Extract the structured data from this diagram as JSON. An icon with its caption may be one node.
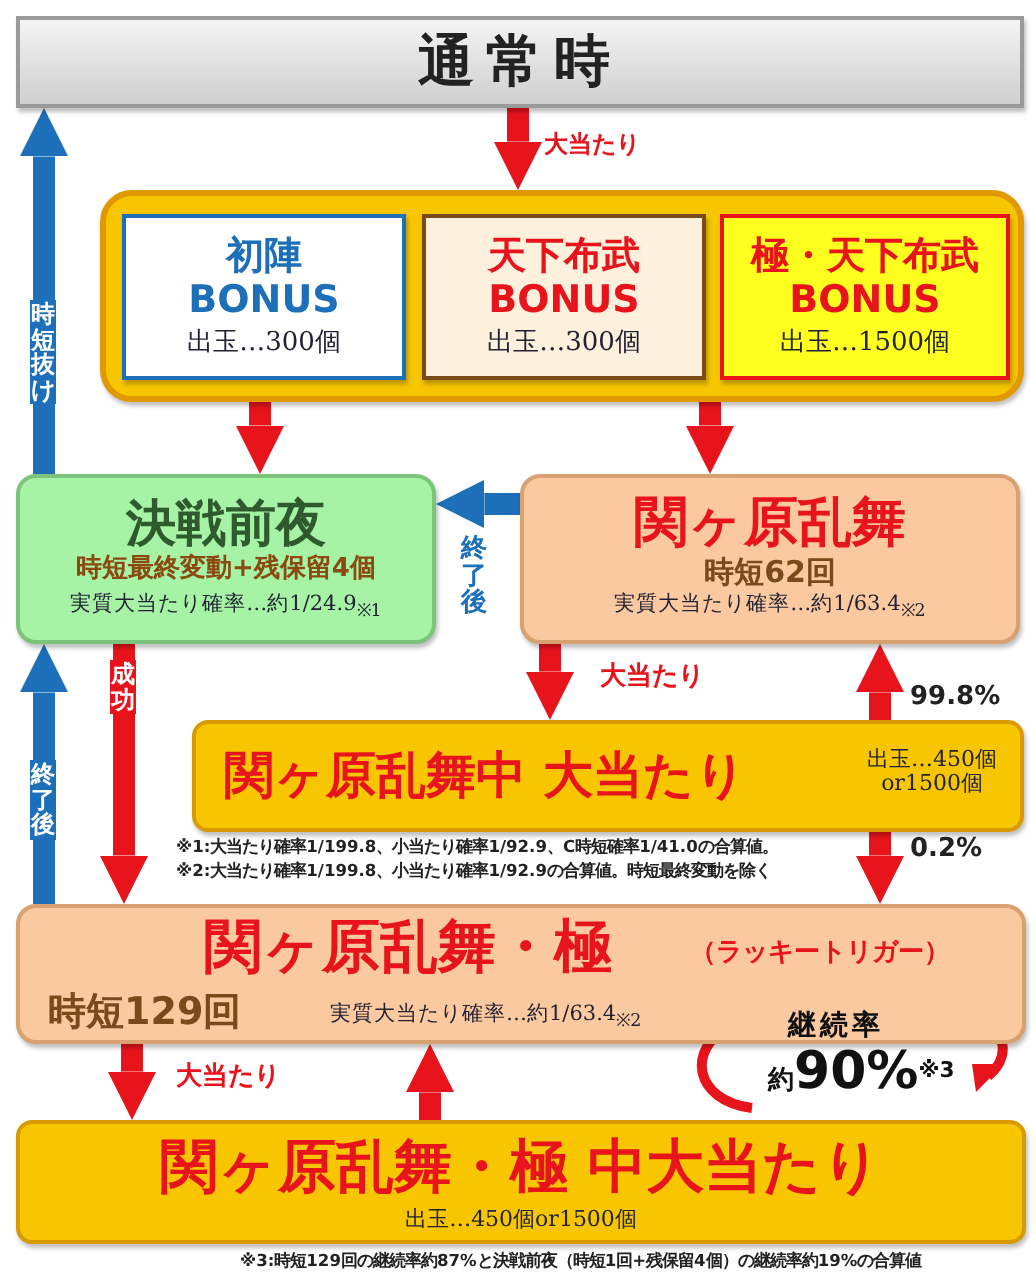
{
  "diagram": {
    "nodes": [
      {
        "text": [
          "通常時"
        ]
      },
      {
        "text": [],
        "shape": "box"
      },
      {
        "text": [
          "初陣 BONUS",
          "出玉…300個"
        ],
        "in": 1
      },
      {
        "text": [
          "天下布武 BONUS",
          "出玉…300個"
        ],
        "in": 1
      },
      {
        "text": [
          "極・天下布武 BONUS",
          "出玉…1500個"
        ],
        "in": 1
      },
      {
        "text": [
          "決戦前夜",
          "時短最終変動+残保留4個",
          "実質大当たり確率…約1/24.9$_{※1}$"
        ]
      },
      {
        "text": [
          "関ヶ原乱舞",
          "時短62回",
          "実質大当たり確率…約1/63.4$_{※2}$"
        ]
      },
      {
        "text": [
          "関ヶ原乱舞中 大当たり",
          "出玉…450個 or1500個"
        ]
      },
      {
        "text": [
          "関ヶ原乱舞・極",
          "（ラッキートリガー）",
          "時短129回",
          "実質大当たり確率…約1/63.4$_{※2}$"
        ]
      },
      {
        "text": [
          "関ヶ原乱舞・極 中大当たり",
          "出玉…450個or1500個"
        ]
      }
    ],
    "edges": [
      {
        "from": 0,
        "to": 1,
        "arrow": "to",
        "label": "大当たり"
      },
      {
        "from": 2,
        "to": 5,
        "arrow": "to"
      },
      {
        "from": 4,
        "to": 6,
        "arrow": "to"
      },
      {
        "from": 6,
        "to": 5,
        "arrow": "to",
        "label": "終了後",
        "color": "#1c6fb8"
      },
      {
        "from": 5,
        "to": 0,
        "arrow": "to",
        "label": "時短抜け",
        "color": "#1c6fb8"
      },
      {
        "from": 6,
        "to": 7,
        "arrow": "to",
        "label": "大当たり"
      },
      {
        "from": 7,
        "to": 6,
        "arrow": "to",
        "label": "99.8%"
      },
      {
        "from": 7,
        "to": 8,
        "arrow": "to",
        "label": "0.2%"
      },
      {
        "from": 5,
        "to": 8,
        "arrow": "to",
        "label": "成功"
      },
      {
        "from": 8,
        "to": 5,
        "arrow": "to",
        "label": "終了後",
        "color": "#1c6fb8"
      },
      {
        "from": 8,
        "to": 9,
        "arrow": "to",
        "label": "大当たり"
      },
      {
        "from": 9,
        "to": 8,
        "arrow": "to"
      }
    ],
    "labels": [
      "※1:大当たり確率1/199.8、小当たり確率1/92.9、C時短確率1/41.0の合算値。",
      "※2:大当たり確率1/199.8、小当たり確率1/92.9の合算値。時短最終変動を除く",
      "継続率",
      "約**90%**$^{※3}$",
      "※3:時短129回の継続率約87%と決戦前夜（時短1回+残保留4個）の継続率約19%の合算値"
    ]
  }
}
